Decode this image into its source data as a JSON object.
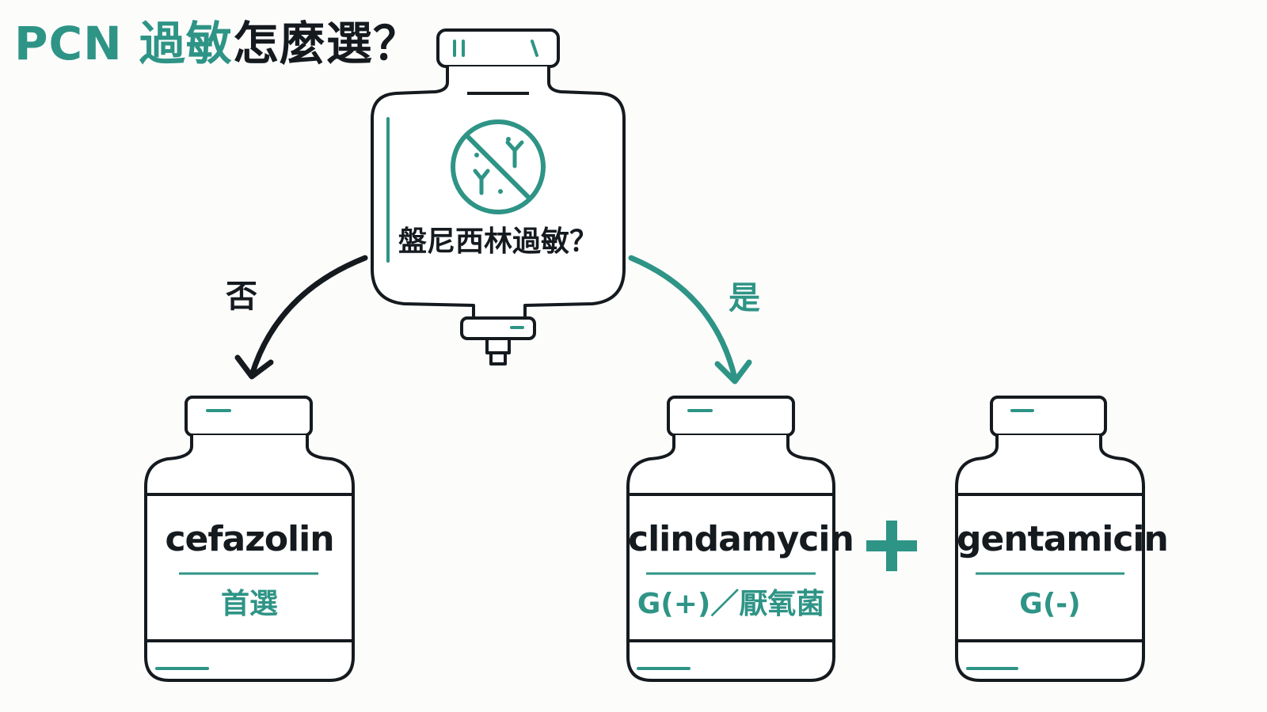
{
  "title": {
    "accent": "PCN 過敏",
    "rest": "怎麼選？"
  },
  "question": "盤尼西林過敏？",
  "branches": {
    "no": "否",
    "yes": "是"
  },
  "bottles": [
    {
      "drug": "cefazolin",
      "note": "首選"
    },
    {
      "drug": "clindamycin",
      "note": "G(+)／厭氧菌"
    },
    {
      "drug": "gentamicin",
      "note": "G(-)"
    }
  ],
  "colors": {
    "accent": "#2e9486",
    "ink": "#151a1f",
    "background": "#fcfcfb"
  },
  "icons": {
    "center": "no-antibody-icon",
    "combine": "plus-icon"
  }
}
